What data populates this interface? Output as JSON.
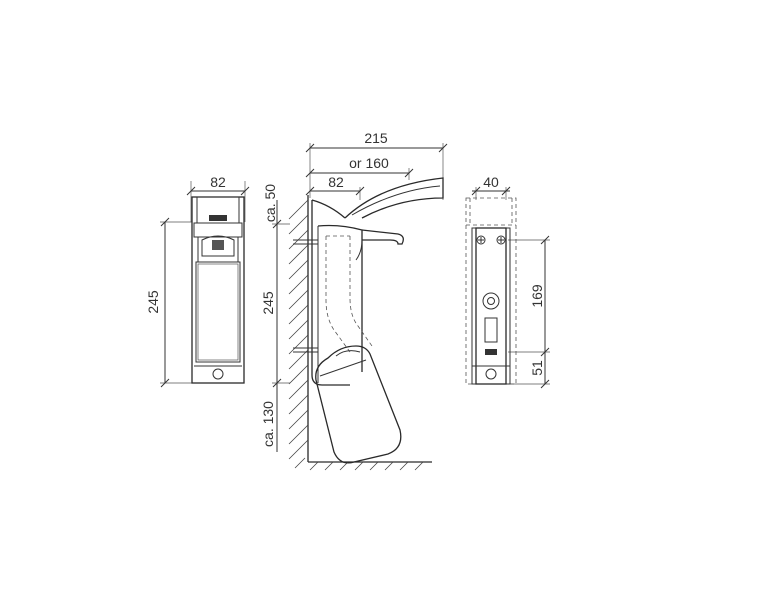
{
  "front_view": {
    "width_label": "82",
    "height_label": "245"
  },
  "side_view": {
    "total_depth_label": "215",
    "alt_depth_label": "or 160",
    "body_depth_label": "82",
    "top_clearance_label": "ca. 50",
    "height_label": "245",
    "floor_clearance_label": "ca. 130"
  },
  "rear_view": {
    "width_label": "40",
    "hole_spacing_label": "169",
    "bottom_offset_label": "51"
  }
}
